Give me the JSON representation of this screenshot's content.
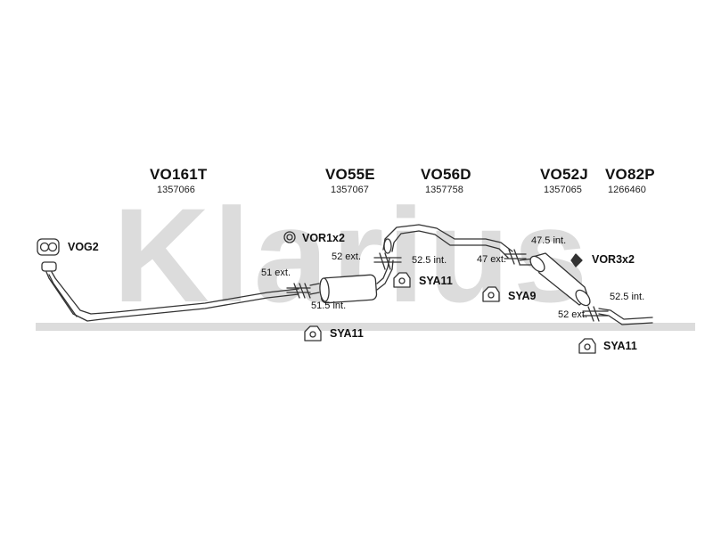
{
  "watermark": {
    "text": "Klarius"
  },
  "parts": [
    {
      "code": "VO161T",
      "number": "1357066"
    },
    {
      "code": "VO55E",
      "number": "1357067"
    },
    {
      "code": "VO56D",
      "number": "1357758"
    },
    {
      "code": "VO52J",
      "number": "1357065"
    },
    {
      "code": "VO82P",
      "number": "1266460"
    }
  ],
  "fittings": {
    "vog2": "VOG2",
    "vor1x2": "VOR1x2",
    "vor3x2": "VOR3x2",
    "sya11_a": "SYA11",
    "sya11_b": "SYA11",
    "sya9": "SYA9",
    "sya11_c": "SYA11"
  },
  "dimensions": {
    "d51ext": "51 ext.",
    "d515int": "51.5 int.",
    "d52ext_a": "52 ext.",
    "d525int_a": "52.5 int.",
    "d475int": "47.5 int.",
    "d47ext": "47 ext.",
    "d525int_b": "52.5 int.",
    "d52ext_b": "52 ext."
  },
  "colors": {
    "watermark": "#d9d9d9",
    "line": "#333333",
    "text": "#111111"
  }
}
